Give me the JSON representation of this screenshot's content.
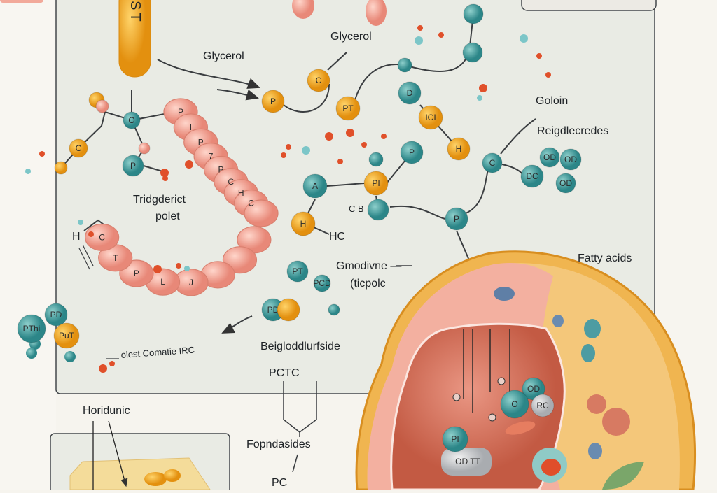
{
  "capsule": {
    "label": "ADST"
  },
  "labels": {
    "glycerol_1": "Glycerol",
    "glycerol_2": "Glycerol",
    "goloin": "Goloin",
    "reigdlecredes": "Reigdlecredes",
    "tridgderict": "Tridgderict",
    "polet": "polet",
    "h_left": "H",
    "hc": "HC",
    "c_b": "C B",
    "gmodivne": "Gmodivne —",
    "ticpolc": "(ticpolc",
    "fatty_acids": "Fatty acids",
    "beigloddlurfside": "Beigloddlurfside",
    "olest": "olest Comatie IRC",
    "pctc": "PCTC",
    "horidunic": "Horidunic",
    "fopndasides": "Fopndasides",
    "pc_bottom": "PC"
  },
  "atoms": [
    "P",
    "C",
    "PT",
    "",
    "D",
    "ICI",
    "H",
    "P",
    "",
    "PI",
    "A",
    "H",
    "",
    "P",
    "C",
    "DC",
    "OD",
    "OD",
    "OD",
    "",
    "",
    "O",
    "P",
    "C",
    "",
    "",
    "",
    "",
    "PT",
    "PCD",
    "PD",
    "",
    "",
    "PD",
    "PThi",
    "PuT",
    "OD",
    "O",
    "RC",
    "PI",
    "OD TT"
  ],
  "chain": {
    "labels": [
      "P",
      "I",
      "P",
      "7",
      "P",
      "C",
      "H",
      "C",
      "",
      "",
      "",
      "",
      "J",
      "L",
      "P",
      "T",
      "C"
    ]
  },
  "colors": {
    "orange": "#eea21e",
    "teal": "#3c9c9c",
    "pink": "#f2a99a",
    "red": "#e0502a",
    "panel": "#e9ebe4"
  }
}
